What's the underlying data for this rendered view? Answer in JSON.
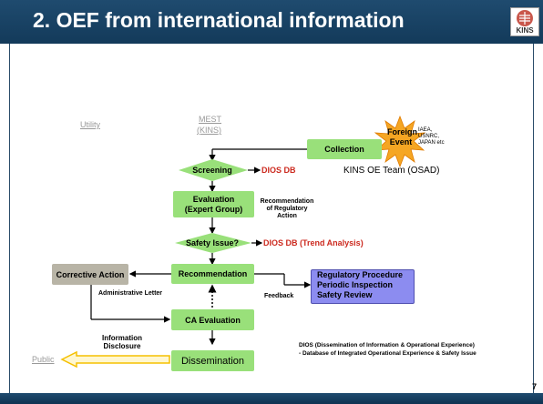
{
  "slide": {
    "title": "2. OEF from international information",
    "logo_text": "KINS",
    "page_number": "7"
  },
  "diagram": {
    "columns": {
      "utility": "Utility",
      "mest_line1": "MEST",
      "mest_line2": "(KINS)"
    },
    "foreign_event": {
      "line1": "Foreign",
      "line2": "Event",
      "sources_line1": "IAEA,",
      "sources_line2": "USNRC,",
      "sources_line3": "JAPAN etc"
    },
    "nodes": {
      "collection": "Collection",
      "screening": "Screening",
      "evaluation_line1": "Evaluation",
      "evaluation_line2": "(Expert Group)",
      "safety_issue": "Safety Issue?",
      "recommendation": "Recommendation",
      "corrective_action": "Corrective Action",
      "ca_evaluation": "CA Evaluation",
      "dissemination": "Dissemination",
      "regulatory_line1": "Regulatory Procedure",
      "regulatory_line2": "Periodic Inspection",
      "regulatory_line3": "Safety Review"
    },
    "annotations": {
      "kins_team": "KINS OE Team (OSAD)",
      "dios_db": "DIOS DB",
      "dios_db_trend": "DIOS DB (Trend Analysis)",
      "recommendation_note_line1": "Recommendation",
      "recommendation_note_line2": "of Regulatory",
      "recommendation_note_line3": "Action",
      "administrative_letter": "Administrative Letter",
      "feedback": "Feedback",
      "info_disclosure_line1": "Information",
      "info_disclosure_line2": "Disclosure",
      "public": "Public",
      "dios_def_line1": "DIOS (Dissemination of Information & Operational Experience)",
      "dios_def_line2": "- Database of Integrated Operational Experience & Safety Issue"
    },
    "colors": {
      "title_bar": "#1f4b6f",
      "node_green": "#99e07a",
      "node_gray": "#b8b4a6",
      "node_purple": "#8c8cf0",
      "highlight_red": "#cc2a1f",
      "burst": "#f5a623",
      "arrow_public": "#f5c000"
    }
  }
}
